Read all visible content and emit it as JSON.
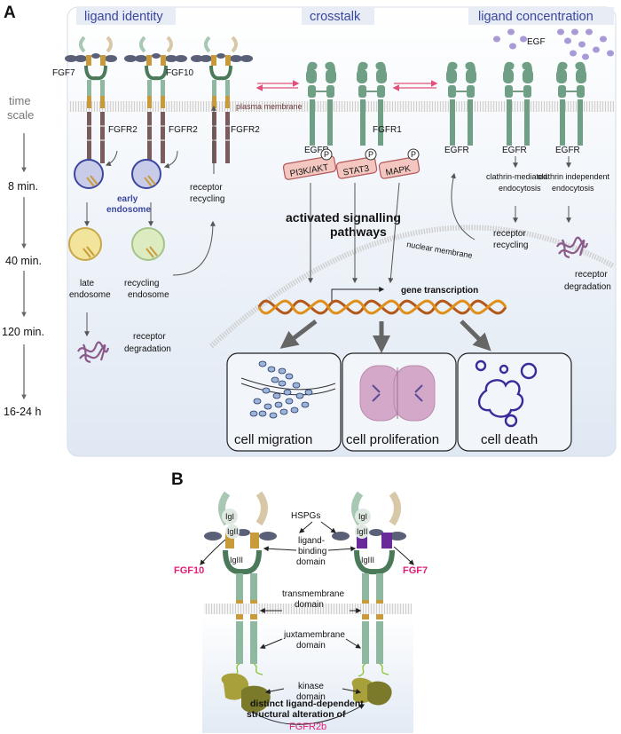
{
  "panelA": {
    "letter": "A",
    "headers": {
      "left": "ligand identity",
      "middle": "crosstalk",
      "right": "ligand concentration"
    },
    "time_scale_label": "time\nscale",
    "time_points": [
      "8 min.",
      "40 min.",
      "120 min.",
      "16-24 h"
    ],
    "ligands": {
      "fgf7": "FGF7",
      "fgf10": "FGF10",
      "egf": "EGF"
    },
    "plasma_membrane": "plasma membrane",
    "nuclear_membrane": "nuclear membrane",
    "receptors": {
      "fgfr2": "FGFR2",
      "egfr": "EGFR",
      "fgfr1": "FGFR1"
    },
    "endosomes": {
      "early": "early\nendosome",
      "late": "late\nendosome",
      "recycling": "recycling\nendosome"
    },
    "receptor_recycling": "receptor\nrecycling",
    "receptor_degradation": "receptor\ndegradation",
    "endocytosis": {
      "clathrin_mediated": "clathrin-mediated\nendocytosis",
      "clathrin_independent": "clathrin independent\nendocytosis"
    },
    "kinases": [
      "PI3K/AKT",
      "STAT3",
      "MAPK"
    ],
    "phospho": "P",
    "activated": "activated signalling\npathways",
    "gene_transcription": "gene transcription",
    "outcomes": [
      "cell migration",
      "cell proliferation",
      "cell death"
    ]
  },
  "panelB": {
    "letter": "B",
    "domains": {
      "igi": "IgI",
      "igii": "IgII",
      "igiii": "IgIII"
    },
    "labels": {
      "hspgs": "HSPGs",
      "ligand_binding": "ligand-\nbinding\ndomain",
      "transmembrane": "transmembrane\ndomain",
      "juxtamembrane": "juxtamembrane\ndomain",
      "kinase": "kinase\ndomain"
    },
    "fgf10": "FGF10",
    "fgf7": "FGF7",
    "caption": "distinct ligand-dependent\nstructural alteration of",
    "caption_highlight": "FGFR2b"
  },
  "colors": {
    "receptor_green": "#8fb8a0",
    "receptor_dark": "#4a7a5a",
    "egfr_green": "#6f9f84",
    "kinase_brown": "#7a5c5c",
    "tm_orange": "#c89a3a",
    "hspg": "#5a6078",
    "egf_purple": "#a89ad6",
    "pink_arrow": "#e0507a",
    "panel_bg": "#e9f0f8",
    "kinase_box": "#f3c7c0",
    "header_blue": "#3a46a0"
  }
}
